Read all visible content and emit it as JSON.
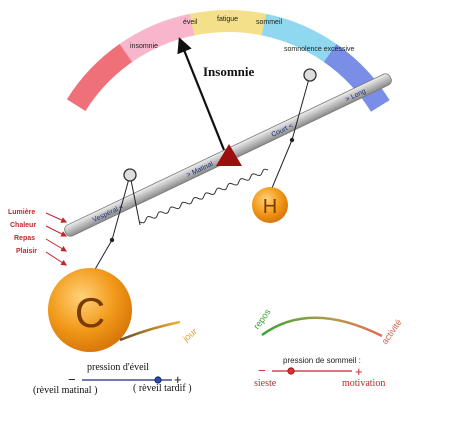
{
  "gauge": {
    "segments": [
      {
        "label": "insomnie",
        "color": "#f0707a"
      },
      {
        "label": "éveil",
        "color": "#f7b6cc"
      },
      {
        "label": "fatigue",
        "color": "#f4e08a"
      },
      {
        "label": "sommeil",
        "color": "#8fd8f0"
      },
      {
        "label": "somnolence excessive",
        "color": "#7a8ee8"
      }
    ],
    "pointer_label": "Insomnie"
  },
  "bar": {
    "left_label": "Vespéral <",
    "middle_label": "> Matinal",
    "right_label": "Court <",
    "far_right_label": "> Long"
  },
  "circles": {
    "c_label": "C",
    "h_label": "H"
  },
  "inputs": [
    "Lumière",
    "Chaleur",
    "Repas",
    "Plaisir"
  ],
  "curves": {
    "c_curve_label": "jour",
    "activity_left": "repos",
    "activity_right": "activité"
  },
  "pression_eveil": {
    "title": "pression d'éveil",
    "minus": "−",
    "plus": "+",
    "left_label": "(rèveil matinal )",
    "right_label": "( rèveil tardif )"
  },
  "pression_sommeil": {
    "title": "pression de sommeil :",
    "minus": "−",
    "plus": "+",
    "left_label": "sieste",
    "right_label": "motivation"
  },
  "colors": {
    "orange": "#f29a1a",
    "bar_fill": "#c8c8c8",
    "triangle": "#9b0f0f",
    "input_red": "#c0272d",
    "green": "#4caf50",
    "navy": "#1a2f7a"
  }
}
